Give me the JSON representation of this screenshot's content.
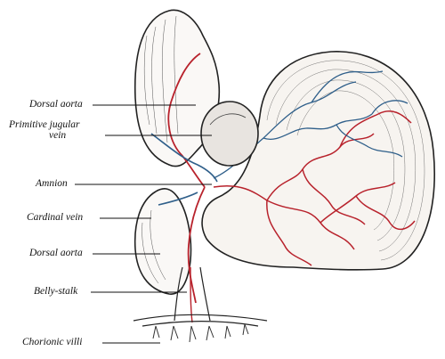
{
  "labels": {
    "dorsal_aorta_upper": "Dorsal aorta",
    "primitive_jugular_vein_line1": "Primitive jugular",
    "primitive_jugular_vein_line2": "vein",
    "amnion": "Amnion",
    "cardinal_vein": "Cardinal vein",
    "dorsal_aorta_lower": "Dorsal aorta",
    "belly_stalk": "Belly-stalk",
    "chorionic_villi": "Chorionic villi"
  },
  "colors": {
    "artery": "#b8222c",
    "vein": "#2f5f8a",
    "ink": "#111111"
  }
}
